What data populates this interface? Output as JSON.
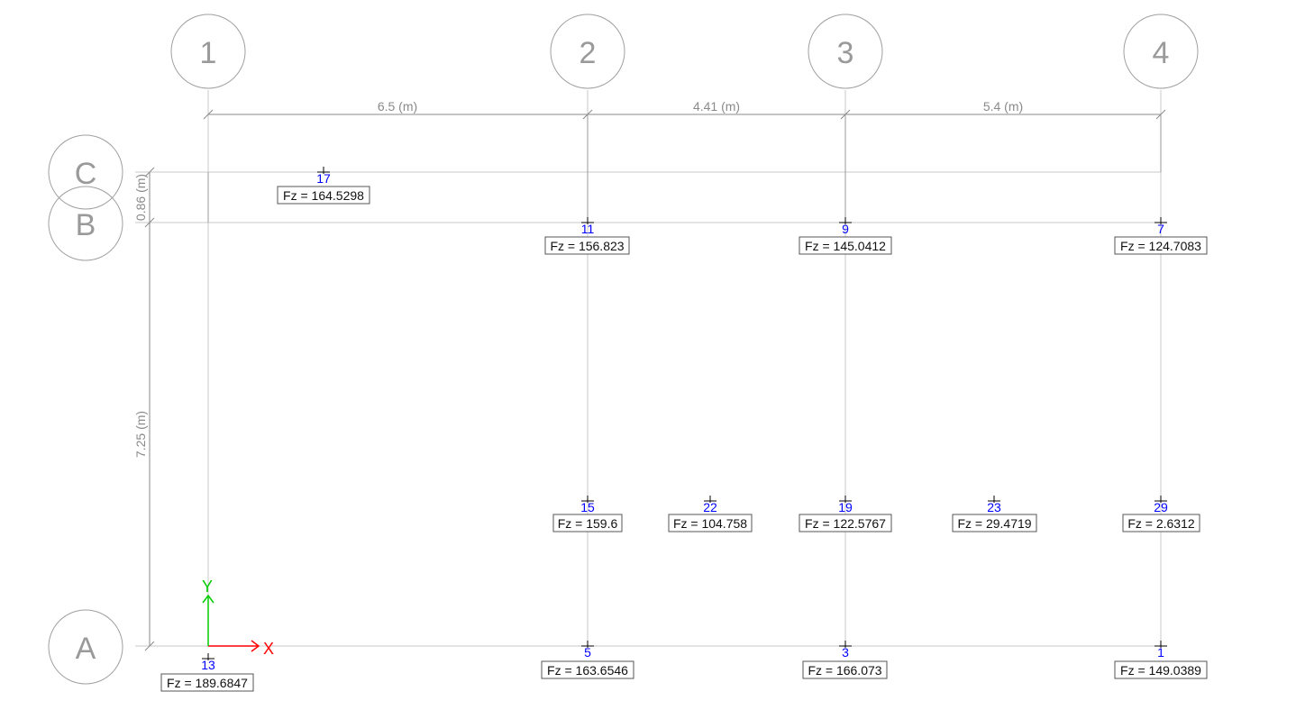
{
  "grid": {
    "x_axes": [
      "1",
      "2",
      "3",
      "4"
    ],
    "y_axes": [
      "C",
      "B",
      "A"
    ]
  },
  "dimensions": {
    "x": [
      "6.5 (m)",
      "4.41 (m)",
      "5.4 (m)"
    ],
    "y": [
      "0.86 (m)",
      "7.25 (m)"
    ]
  },
  "nodes": [
    {
      "id": "17",
      "load": "Fz = 164.5298"
    },
    {
      "id": "11",
      "load": "Fz = 156.823"
    },
    {
      "id": "9",
      "load": "Fz = 145.0412"
    },
    {
      "id": "7",
      "load": "Fz = 124.7083"
    },
    {
      "id": "15",
      "load": "Fz = 159.6"
    },
    {
      "id": "22",
      "load": "Fz = 104.758"
    },
    {
      "id": "19",
      "load": "Fz = 122.5767"
    },
    {
      "id": "23",
      "load": "Fz = 29.4719"
    },
    {
      "id": "29",
      "load": "Fz = 2.6312"
    },
    {
      "id": "13",
      "load": "Fz = 189.6847"
    },
    {
      "id": "5",
      "load": "Fz = 163.6546"
    },
    {
      "id": "3",
      "load": "Fz = 166.073"
    },
    {
      "id": "1",
      "load": "Fz = 149.0389"
    }
  ],
  "axes_gizmo": {
    "x_label": "X",
    "y_label": "Y",
    "x_color": "#ff0000",
    "y_color": "#00cc00"
  },
  "colors": {
    "node_id": "#0000ff",
    "grid": "#c8c8c8",
    "bubble": "#a0a0a0"
  }
}
